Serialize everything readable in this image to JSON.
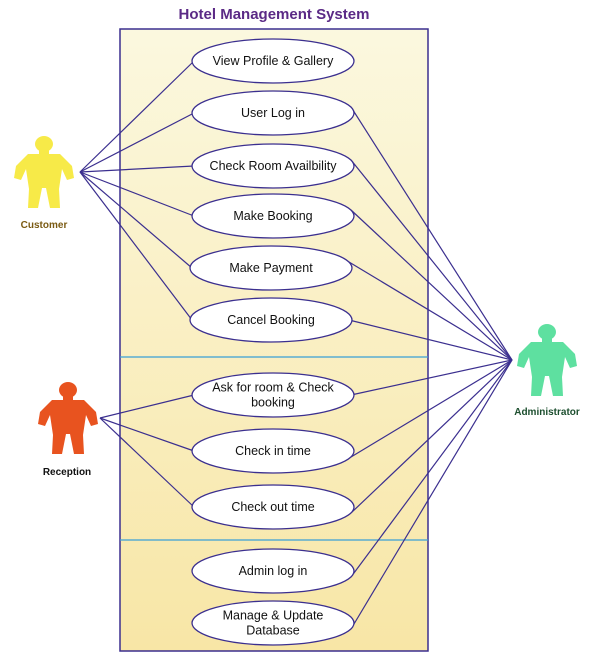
{
  "title": "Hotel Management System",
  "actors": {
    "customer": {
      "label": "Customer",
      "color": "#f7ea48",
      "label_color": "#7a5a12"
    },
    "reception": {
      "label": "Reception",
      "color": "#e8531f",
      "label_color": "#111111"
    },
    "administrator": {
      "label": "Administrator",
      "color": "#5ee0a0",
      "label_color": "#1d4f2f"
    }
  },
  "use_cases": [
    {
      "id": "view-profile-gallery",
      "lines": [
        "View Profile & Gallery"
      ]
    },
    {
      "id": "user-log-in",
      "lines": [
        "User Log in"
      ]
    },
    {
      "id": "check-room-availbility",
      "lines": [
        "Check Room Availbility"
      ]
    },
    {
      "id": "make-booking",
      "lines": [
        "Make Booking"
      ]
    },
    {
      "id": "make-payment",
      "lines": [
        "Make Payment"
      ]
    },
    {
      "id": "cancel-booking",
      "lines": [
        "Cancel Booking"
      ]
    },
    {
      "id": "ask-for-room-check-booking",
      "lines": [
        "Ask for room & Check",
        "booking"
      ]
    },
    {
      "id": "check-in-time",
      "lines": [
        "Check in time"
      ]
    },
    {
      "id": "check-out-time",
      "lines": [
        "Check out time"
      ]
    },
    {
      "id": "admin-log-in",
      "lines": [
        "Admin log in"
      ]
    },
    {
      "id": "manage-update-database",
      "lines": [
        "Manage & Update",
        "Database"
      ]
    }
  ],
  "associations": {
    "customer": [
      "view-profile-gallery",
      "user-log-in",
      "check-room-availbility",
      "make-booking",
      "make-payment",
      "cancel-booking"
    ],
    "reception": [
      "ask-for-room-check-booking",
      "check-in-time",
      "check-out-time"
    ],
    "administrator": [
      "user-log-in",
      "check-room-availbility",
      "make-booking",
      "make-payment",
      "cancel-booking",
      "ask-for-room-check-booking",
      "check-in-time",
      "check-out-time",
      "admin-log-in",
      "manage-update-database"
    ]
  }
}
